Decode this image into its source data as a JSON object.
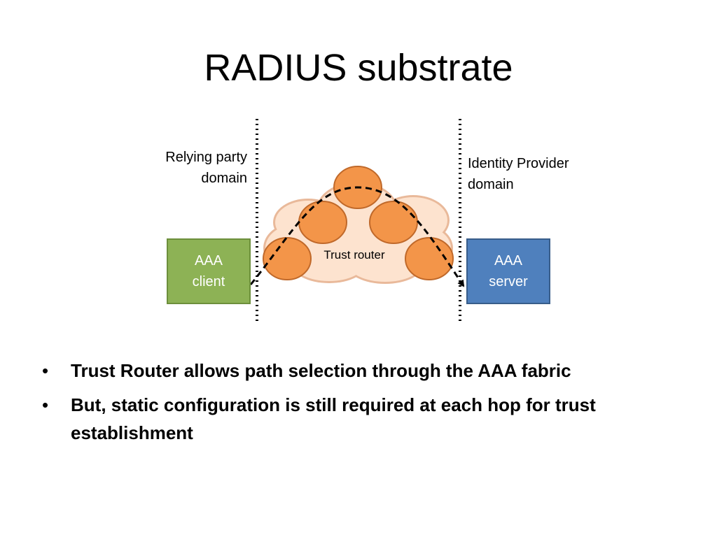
{
  "title": "RADIUS substrate",
  "diagram": {
    "left_domain": [
      "Relying party",
      "domain"
    ],
    "right_domain": [
      "Identity Provider",
      "domain"
    ],
    "client_box": [
      "AAA",
      "client"
    ],
    "server_box": [
      "AAA",
      "server"
    ],
    "cloud_label": "Trust router",
    "colors": {
      "client_fill": "#8db255",
      "server_fill": "#4f80bd",
      "node_fill": "#f39549",
      "cloud_fill": "#fde3cf"
    }
  },
  "bullets": [
    "Trust Router allows path selection through the AAA fabric",
    "But, static configuration is still required at each hop for trust establishment"
  ]
}
